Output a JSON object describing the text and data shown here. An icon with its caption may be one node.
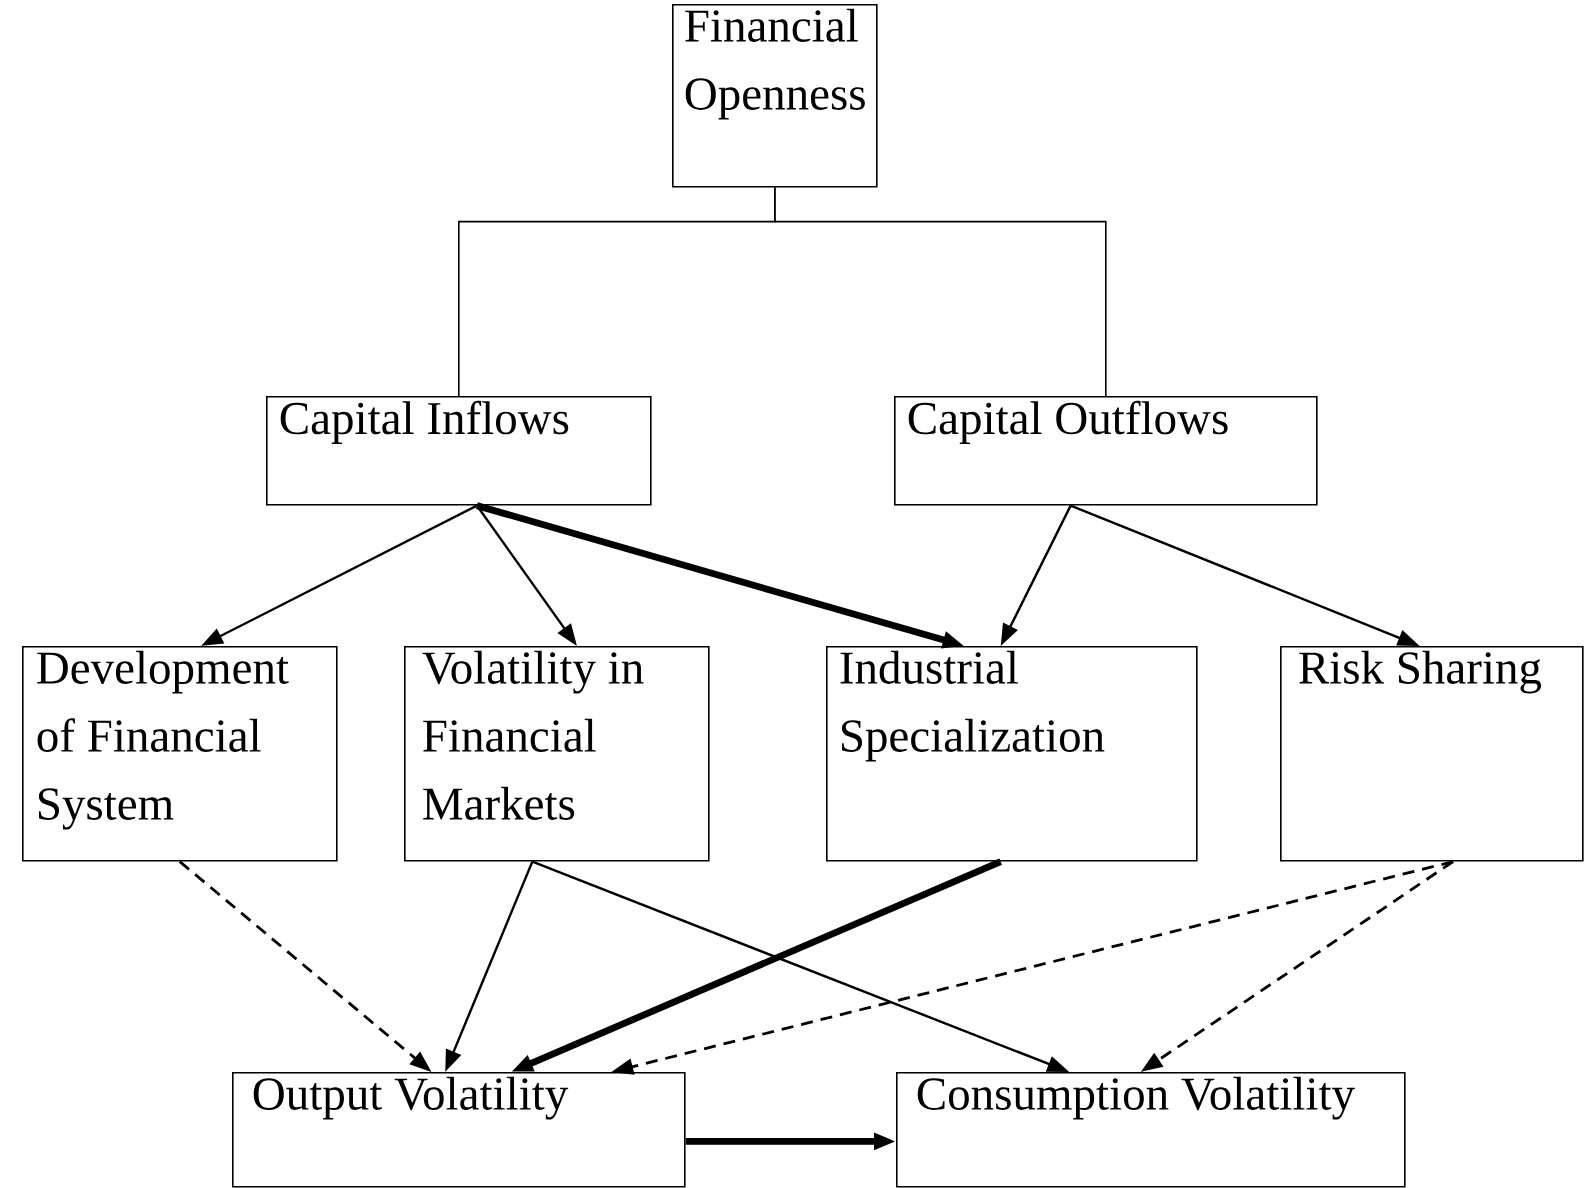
{
  "diagram": {
    "nodes": [
      {
        "text": [
          "Financial Openness"
        ]
      },
      {
        "text": [
          "Capital Inflows"
        ]
      },
      {
        "text": [
          "Capital Outflows"
        ]
      },
      {
        "text": [
          "Development of Financial System"
        ]
      },
      {
        "text": [
          "Volatility in Financial Markets"
        ]
      },
      {
        "text": [
          "Industrial Specialization"
        ]
      },
      {
        "text": [
          "Risk Sharing"
        ]
      },
      {
        "text": [
          "Output Volatility"
        ]
      },
      {
        "text": [
          "Consumption Volatility"
        ]
      }
    ],
    "edges": [
      {
        "from": 0,
        "to": 1,
        "arrow": "none"
      },
      {
        "from": 0,
        "to": 2,
        "arrow": "none"
      },
      {
        "from": 1,
        "to": 3,
        "arrow": "to"
      },
      {
        "from": 1,
        "to": 4,
        "arrow": "to"
      },
      {
        "from": 1,
        "to": 5,
        "arrow": "to",
        "style": "thick"
      },
      {
        "from": 2,
        "to": 5,
        "arrow": "to"
      },
      {
        "from": 2,
        "to": 6,
        "arrow": "to"
      },
      {
        "from": 3,
        "to": 7,
        "arrow": "to",
        "style": "dashed"
      },
      {
        "from": 4,
        "to": 7,
        "arrow": "to"
      },
      {
        "from": 4,
        "to": 8,
        "arrow": "to"
      },
      {
        "from": 5,
        "to": 7,
        "arrow": "to",
        "style": "thick"
      },
      {
        "from": 6,
        "to": 7,
        "arrow": "to",
        "style": "dashed"
      },
      {
        "from": 6,
        "to": 8,
        "arrow": "to",
        "style": "dashed"
      },
      {
        "from": 7,
        "to": 8,
        "arrow": "to",
        "style": "thick"
      }
    ]
  }
}
